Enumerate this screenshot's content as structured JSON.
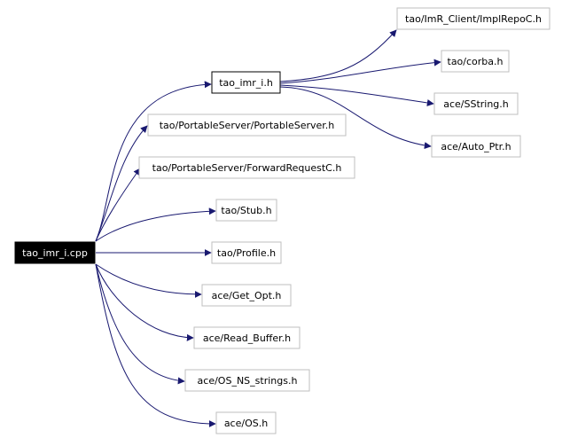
{
  "diagram": {
    "root": "tao_imr_i.cpp",
    "nodes": [
      {
        "id": "root",
        "label": "tao_imr_i.cpp"
      },
      {
        "id": "tao_imr_i_h",
        "label": "tao_imr_i.h"
      },
      {
        "id": "implrepo",
        "label": "tao/ImR_Client/ImplRepoC.h"
      },
      {
        "id": "corba",
        "label": "tao/corba.h"
      },
      {
        "id": "sstring",
        "label": "ace/SString.h"
      },
      {
        "id": "auto_ptr",
        "label": "ace/Auto_Ptr.h"
      },
      {
        "id": "portable_server",
        "label": "tao/PortableServer/PortableServer.h"
      },
      {
        "id": "forward_request",
        "label": "tao/PortableServer/ForwardRequestC.h"
      },
      {
        "id": "stub",
        "label": "tao/Stub.h"
      },
      {
        "id": "profile",
        "label": "tao/Profile.h"
      },
      {
        "id": "get_opt",
        "label": "ace/Get_Opt.h"
      },
      {
        "id": "read_buffer",
        "label": "ace/Read_Buffer.h"
      },
      {
        "id": "os_ns_strings",
        "label": "ace/OS_NS_strings.h"
      },
      {
        "id": "os",
        "label": "ace/OS.h"
      }
    ],
    "edges": [
      {
        "from": "root",
        "to": "tao_imr_i_h"
      },
      {
        "from": "root",
        "to": "portable_server"
      },
      {
        "from": "root",
        "to": "forward_request"
      },
      {
        "from": "root",
        "to": "stub"
      },
      {
        "from": "root",
        "to": "profile"
      },
      {
        "from": "root",
        "to": "get_opt"
      },
      {
        "from": "root",
        "to": "read_buffer"
      },
      {
        "from": "root",
        "to": "os_ns_strings"
      },
      {
        "from": "root",
        "to": "os"
      },
      {
        "from": "tao_imr_i_h",
        "to": "implrepo"
      },
      {
        "from": "tao_imr_i_h",
        "to": "corba"
      },
      {
        "from": "tao_imr_i_h",
        "to": "sstring"
      },
      {
        "from": "tao_imr_i_h",
        "to": "auto_ptr"
      }
    ],
    "colors": {
      "edge": "#191970",
      "root_fill": "#000000",
      "root_text": "#ffffff",
      "highlight_border": "#000000",
      "node_border": "#bfbfbf",
      "node_text": "#000000"
    }
  }
}
